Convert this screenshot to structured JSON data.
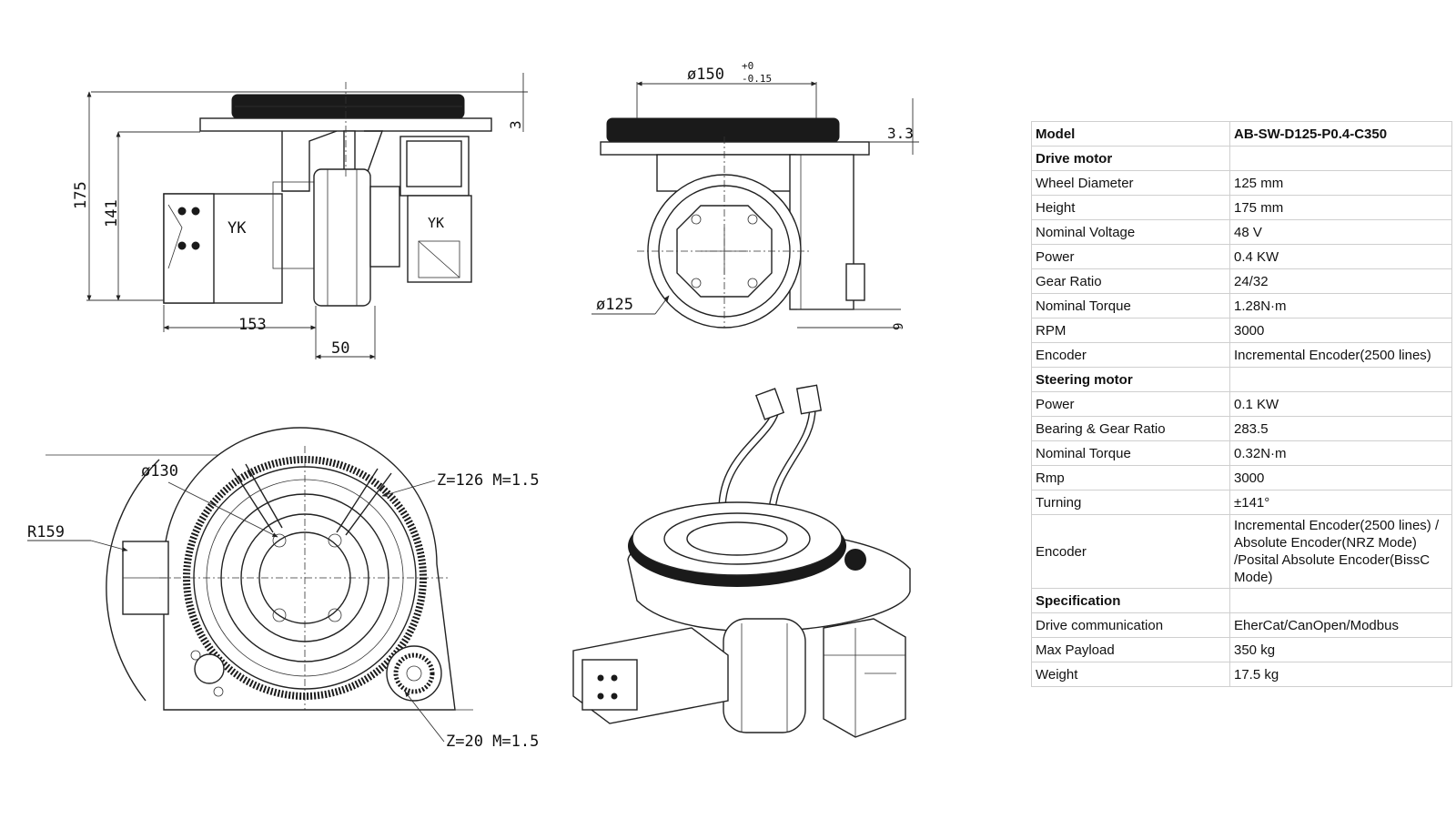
{
  "drawing": {
    "side_view": {
      "dim_175": "175",
      "dim_141": "141",
      "dim_3": "3",
      "dim_153": "153",
      "dim_50": "50",
      "label_yk_1": "YK",
      "label_yk_2": "YK"
    },
    "front_view": {
      "dim_150": "ø150",
      "tol_upper": "+0",
      "tol_lower": "-0.15",
      "dim_3_3": "3.3",
      "dim_125": "ø125",
      "dim_9": "9"
    },
    "top_view": {
      "dim_130": "ø130",
      "r159": "R159",
      "gear_large": "Z=126  M=1.5",
      "gear_small": "Z=20  M=1.5"
    }
  },
  "spec": {
    "rows": [
      {
        "label": "Model",
        "value": "AB-SW-D125-P0.4-C350",
        "header": true
      },
      {
        "label": "Drive motor",
        "value": "",
        "header": true
      },
      {
        "label": "Wheel Diameter",
        "value": "125 mm"
      },
      {
        "label": "Height",
        "value": "175 mm"
      },
      {
        "label": "Nominal Voltage",
        "value": "48 V"
      },
      {
        "label": "Power",
        "value": "0.4 KW"
      },
      {
        "label": "Gear Ratio",
        "value": "24/32"
      },
      {
        "label": "Nominal Torque",
        "value": "1.28N·m"
      },
      {
        "label": "RPM",
        "value": "3000"
      },
      {
        "label": "Encoder",
        "value": "Incremental Encoder(2500 lines)"
      },
      {
        "label": "Steering motor",
        "value": "",
        "header": true
      },
      {
        "label": "Power",
        "value": "0.1 KW"
      },
      {
        "label": "Bearing & Gear Ratio",
        "value": "283.5"
      },
      {
        "label": "Nominal Torque",
        "value": "0.32N·m"
      },
      {
        "label": "Rmp",
        "value": "3000"
      },
      {
        "label": "Turning",
        "value": "±141°"
      },
      {
        "label": "Encoder",
        "value": "Incremental Encoder(2500 lines) / Absolute Encoder(NRZ Mode) /Posital Absolute Encoder(BissC Mode)"
      },
      {
        "label": "Specification",
        "value": "",
        "header": true
      },
      {
        "label": "Drive communication",
        "value": "EherCat/CanOpen/Modbus"
      },
      {
        "label": "Max Payload",
        "value": "350 kg"
      },
      {
        "label": "Weight",
        "value": "17.5 kg"
      }
    ]
  }
}
